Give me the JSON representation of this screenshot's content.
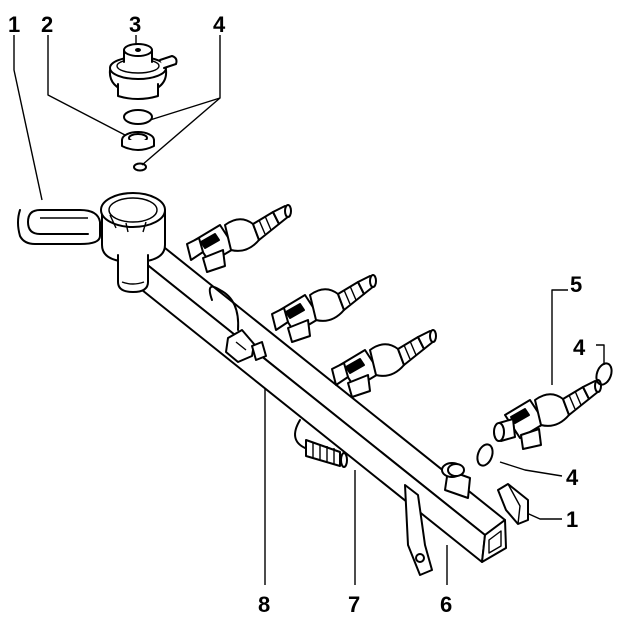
{
  "callouts": {
    "top_1": "1",
    "top_2": "2",
    "top_3": "3",
    "top_4": "4",
    "right_5": "5",
    "right_4_upper": "4",
    "right_4_lower": "4",
    "right_1": "1",
    "bottom_8": "8",
    "bottom_7": "7",
    "bottom_6": "6"
  }
}
